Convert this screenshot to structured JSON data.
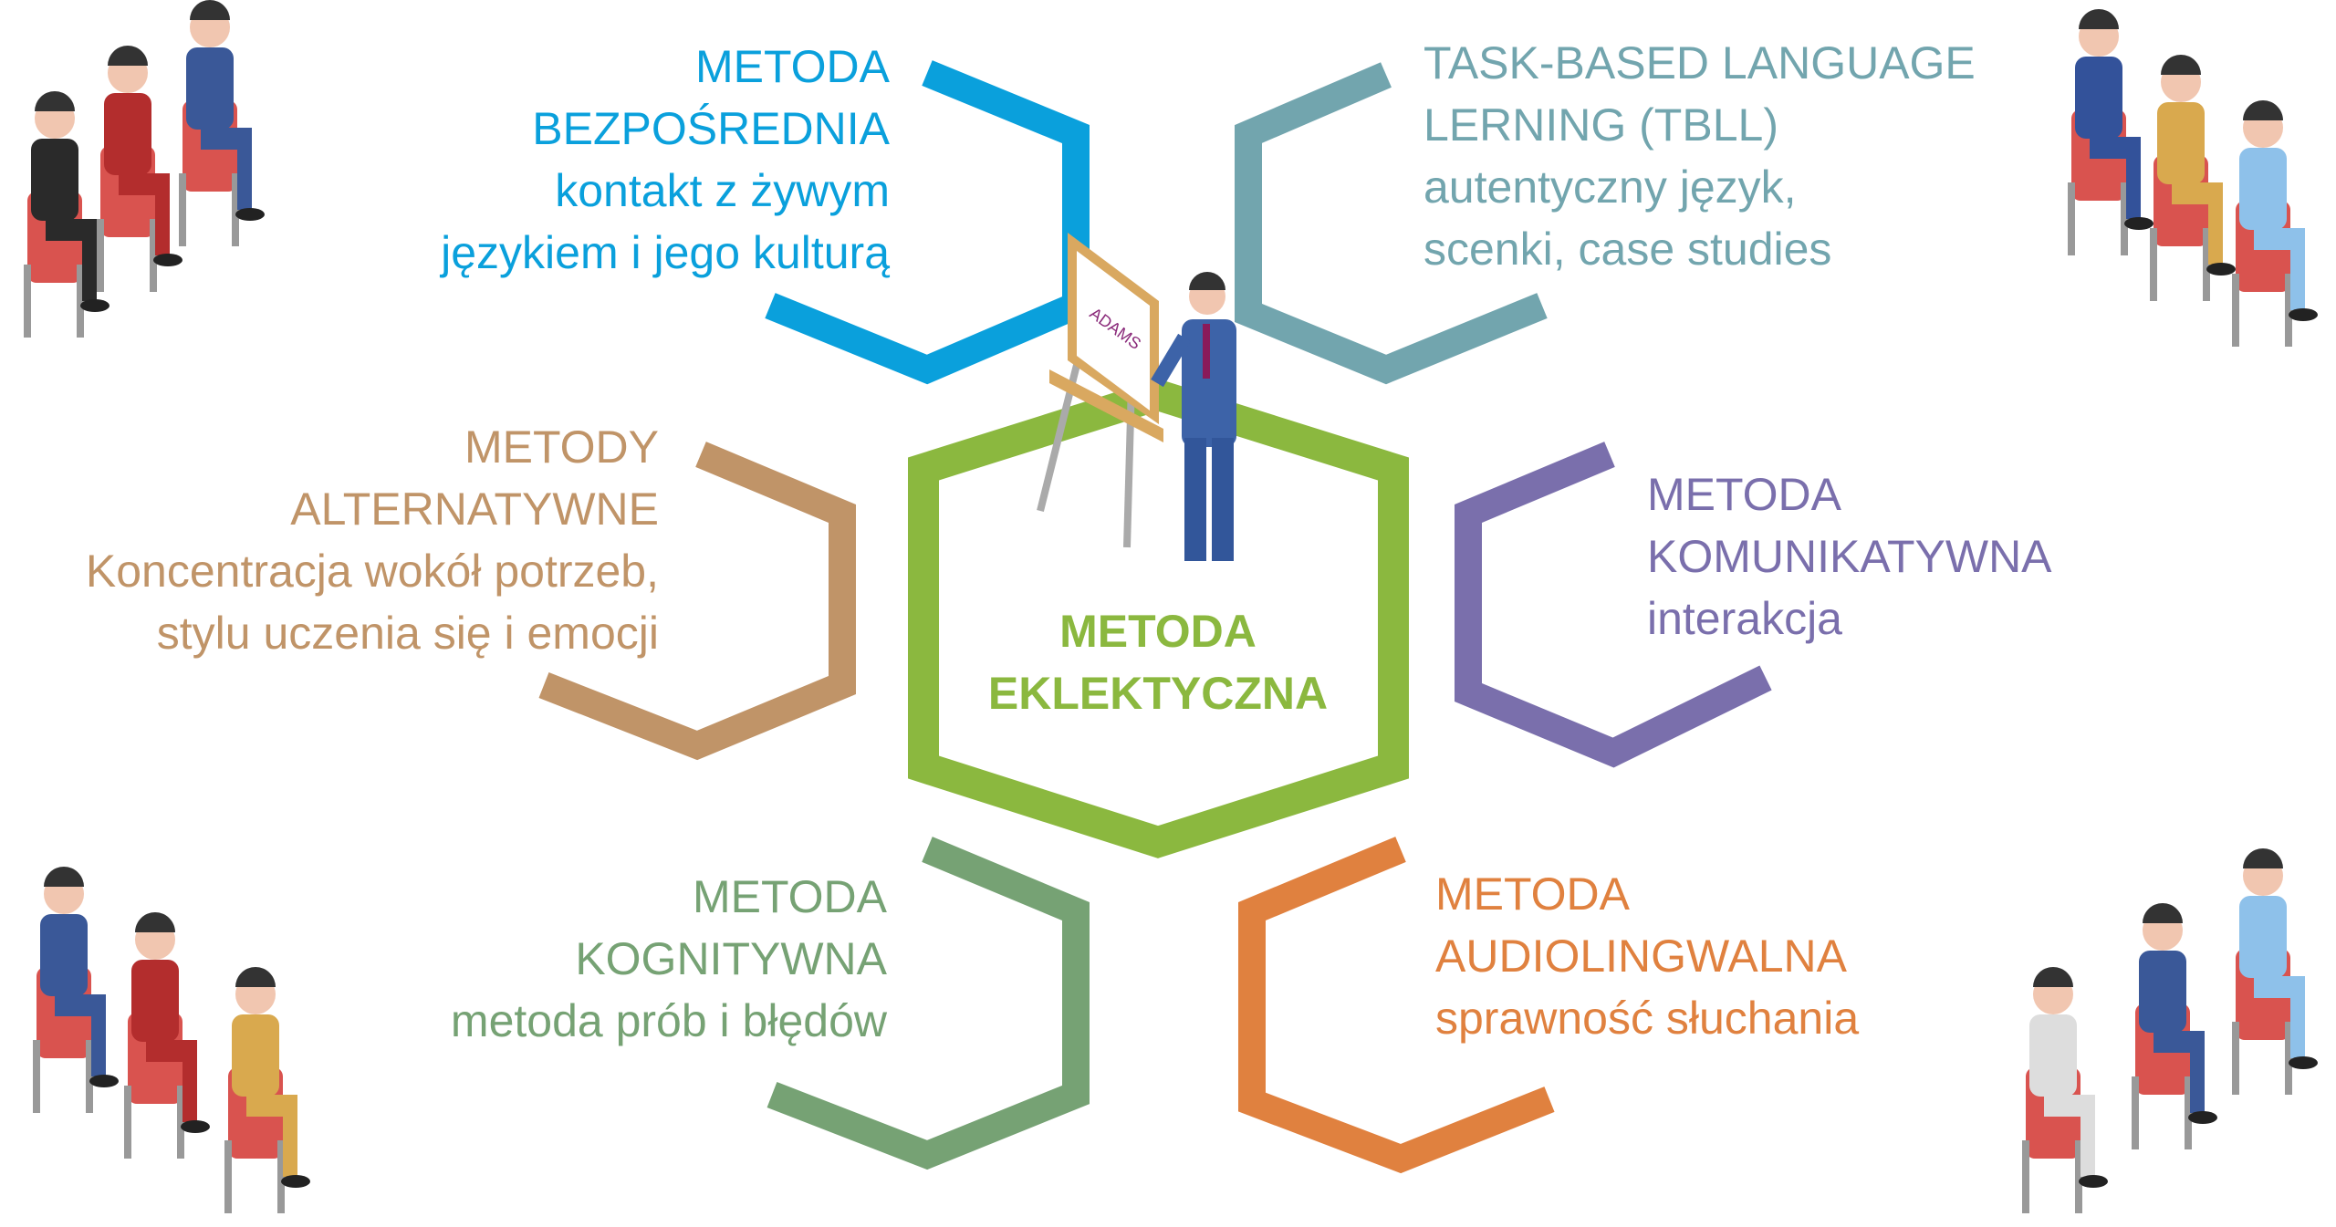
{
  "center": {
    "title": [
      "METODA",
      "EKLEKTYCZNA"
    ],
    "color": "#8bb83f",
    "board_logo": "ADAMS"
  },
  "methods": [
    {
      "id": "bezposrednia",
      "title": [
        "METODA",
        "BEZPOŚREDNIA"
      ],
      "desc": [
        "kontakt z żywym",
        "językiem i jego kulturą"
      ],
      "color": "#0aa0dc"
    },
    {
      "id": "tbll",
      "title": [
        "TASK-BASED LANGUAGE",
        "LERNING (TBLL)"
      ],
      "desc": [
        "autentyczny język,",
        "scenki, case studies"
      ],
      "color": "#72a5ae"
    },
    {
      "id": "alternatywne",
      "title": [
        "METODY",
        "ALTERNATYWNE"
      ],
      "desc": [
        "Koncentracja wokół potrzeb,",
        "stylu uczenia się i emocji"
      ],
      "color": "#c09468"
    },
    {
      "id": "komunikatywna",
      "title": [
        "METODA",
        "KOMUNIKATYWNA"
      ],
      "desc": [
        "interakcja"
      ],
      "color": "#7a6fac"
    },
    {
      "id": "kognitywna",
      "title": [
        "METODA",
        "KOGNITYWNA"
      ],
      "desc": [
        "metoda prób i błędów"
      ],
      "color": "#76a274"
    },
    {
      "id": "audiolingwalna",
      "title": [
        "METODA",
        "AUDIOLINGWALNA"
      ],
      "desc": [
        "sprawność słuchania"
      ],
      "color": "#e0813f"
    }
  ]
}
